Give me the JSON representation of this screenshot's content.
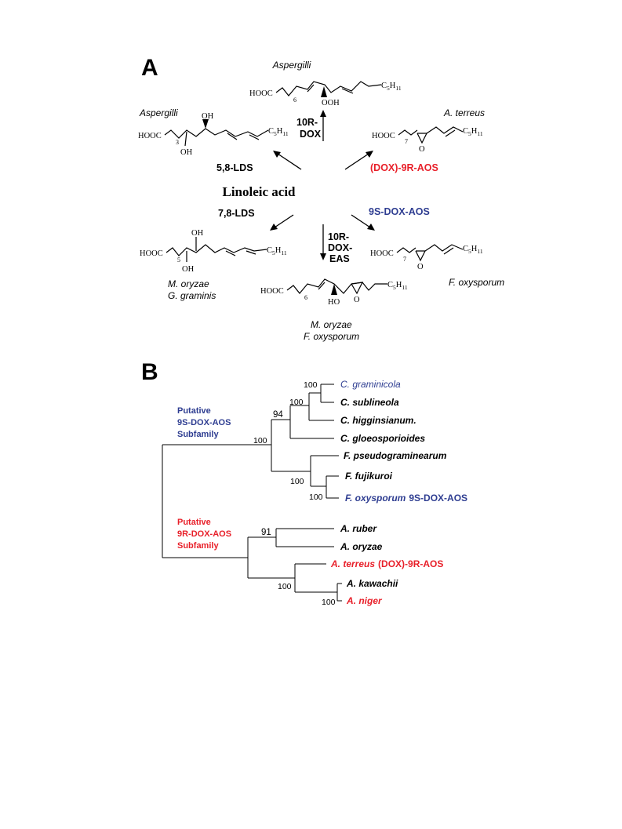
{
  "panel_a": {
    "label": "A",
    "substrate": "Linoleic acid",
    "pathways": {
      "top": {
        "enzyme_line1": "10R-",
        "enzyme_line2": "DOX",
        "organism": "Aspergilli"
      },
      "upper_left": {
        "enzyme": "5,8-LDS",
        "organism": "Aspergilli"
      },
      "upper_right": {
        "enzyme": "(DOX)-9R-AOS",
        "organism": "A. terreus",
        "color": "#e8202a"
      },
      "lower_left": {
        "enzyme": "7,8-LDS",
        "organism_line1": "M. oryzae",
        "organism_line2": "G. graminis"
      },
      "lower_right": {
        "enzyme": "9S-DOX-AOS",
        "organism": "F. oxysporum",
        "color": "#2e3d91"
      },
      "bottom": {
        "enzyme_line1": "10R-",
        "enzyme_line2": "DOX-",
        "enzyme_line3": "EAS",
        "organism_line1": "M. oryzae",
        "organism_line2": "F. oxysporum"
      }
    },
    "structure_labels": {
      "hooc": "HOOC",
      "c5h11": "C5H11",
      "ooh": "OOH",
      "oh": "OH",
      "ho": "HO",
      "o": "O",
      "n6": "6",
      "n3": "3",
      "n5": "5",
      "n7": "7"
    }
  },
  "panel_b": {
    "label": "B",
    "subfamilies": [
      {
        "line1": "Putative",
        "line2": "9S-DOX-AOS",
        "line3": "Subfamily",
        "color": "#2e3d91"
      },
      {
        "line1": "Putative",
        "line2": "9R-DOX-AOS",
        "line3": "Subfamily",
        "color": "#e8202a"
      }
    ],
    "taxa": [
      {
        "name": "C. graminicola",
        "suffix": "",
        "color": "#2e3d91"
      },
      {
        "name": "C.  sublineola",
        "suffix": "",
        "color": "#000000"
      },
      {
        "name": "C. higginsianum.",
        "suffix": "",
        "color": "#000000"
      },
      {
        "name": "C. gloeosporioides",
        "suffix": "",
        "color": "#000000"
      },
      {
        "name": "F. pseudograminearum",
        "suffix": "",
        "color": "#000000"
      },
      {
        "name": "F. fujikuroi",
        "suffix": "",
        "color": "#000000"
      },
      {
        "name": "F. oxysporum",
        "suffix": "9S-DOX-AOS",
        "color": "#2e3d91"
      },
      {
        "name": "A. ruber",
        "suffix": "",
        "color": "#000000"
      },
      {
        "name": "A.  oryzae",
        "suffix": "",
        "color": "#000000"
      },
      {
        "name": "A. terreus",
        "suffix": "(DOX)-9R-AOS",
        "color": "#e8202a"
      },
      {
        "name": "A. kawachii",
        "suffix": "",
        "color": "#000000"
      },
      {
        "name": "A. niger",
        "suffix": "",
        "color": "#e8202a"
      }
    ],
    "bootstrap": {
      "graminicola_sublineola": "100",
      "colletotrichum_inner": "100",
      "colletotrichum": "94",
      "nine_s_clade": "100",
      "fusarium": "100",
      "fujikuroi_oxysporum": "100",
      "ruber_oryzae": "91",
      "terreus_group": "100",
      "kawachii_niger": "100"
    }
  }
}
